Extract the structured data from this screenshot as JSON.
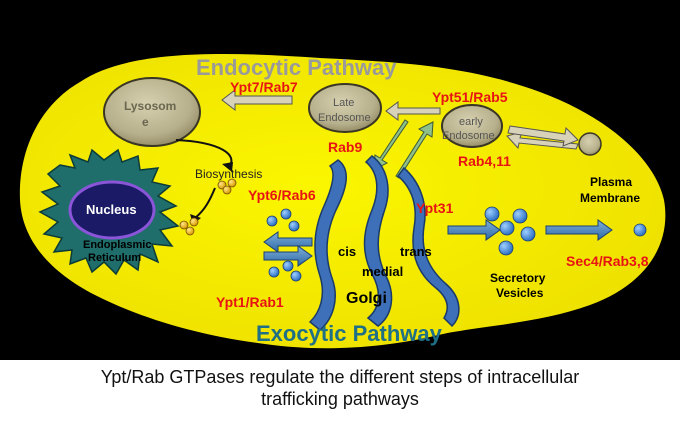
{
  "colors": {
    "cell_fill": "#f4ec00",
    "black_bg": "#000000",
    "red_label": "#e81414",
    "golgi_blue": "#3d70b8",
    "nucleus_fill": "#1a1a66",
    "er_fill": "#1f6e6b",
    "pathway_grey": "#9a9a9a",
    "exocytic_teal": "#1f6f86"
  },
  "labels": {
    "endocytic": "Endocytic Pathway",
    "exocytic": "Exocytic Pathway",
    "lysosome_line1": "Lysosom",
    "lysosome_line2": "e",
    "late_endo_line1": "Late",
    "late_endo_line2": "Endosome",
    "early_endo_line1": "early",
    "early_endo_line2": "Endosome",
    "biosynthesis": "Biosynthesis",
    "nucleus": "Nucleus",
    "er_line1": "Endoplasmic",
    "er_line2": "Reticulum",
    "cis": "cis",
    "trans": "trans",
    "medial": "medial",
    "golgi": "Golgi",
    "secretory_line1": "Secretory",
    "secretory_line2": "Vesicles",
    "plasma_line1": "Plasma",
    "plasma_line2": "Membrane"
  },
  "rab_labels": {
    "ypt7_rab7": "Ypt7/Rab7",
    "ypt51_rab5": "Ypt51/Rab5",
    "rab9": "Rab9",
    "rab4_11": "Rab4,11",
    "ypt6_rab6": "Ypt6/Rab6",
    "ypt31": "Ypt31",
    "ypt1_rab1": "Ypt1/Rab1",
    "sec4_rab3_8": "Sec4/Rab3,8"
  },
  "caption": {
    "line1": "Ypt/Rab GTPases regulate the different steps of intracellular",
    "line2": "trafficking pathways"
  }
}
